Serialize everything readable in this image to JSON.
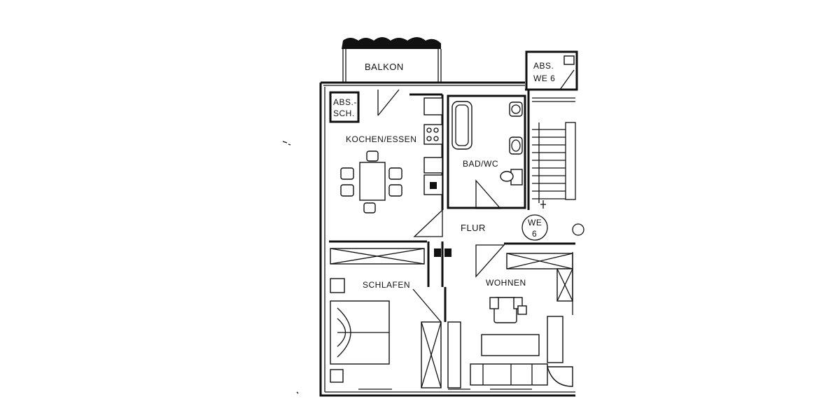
{
  "rooms": {
    "balkon": "BALKON",
    "abs_sch_line1": "ABS.-",
    "abs_sch_line2": "SCH.",
    "abs_we6_line1": "ABS.",
    "abs_we6_line2": "WE 6",
    "kueche": "KOCHEN/ESSEN",
    "bad": "BAD/WC",
    "flur": "FLUR",
    "we6_line1": "WE",
    "we6_line2": "6",
    "schlafen": "SCHLAFEN",
    "wohnen": "WOHNEN"
  }
}
